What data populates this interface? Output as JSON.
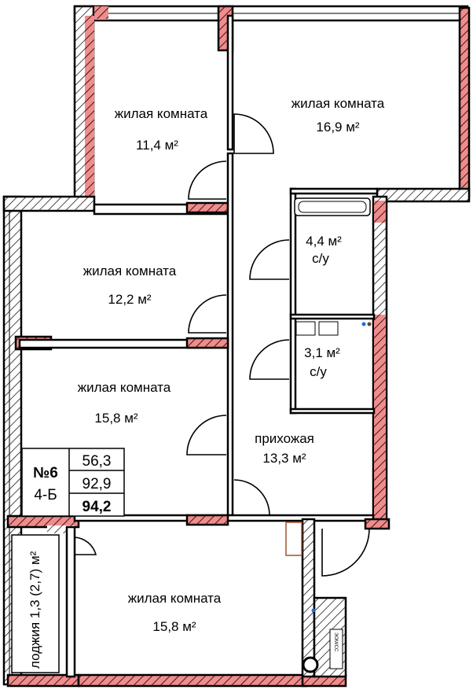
{
  "title": "Apartment floor plan",
  "apartment": {
    "number_label": "№6",
    "type_label": "4-Б",
    "living_area": "56,3",
    "total_area": "92,9",
    "total_area_with_loggia": "94,2"
  },
  "rooms": [
    {
      "name": "жилая комната",
      "area": "11,4 м²"
    },
    {
      "name": "жилая комната",
      "area": "16,9 м²"
    },
    {
      "name": "жилая комната",
      "area": "12,2 м²"
    },
    {
      "name": "жилая комната",
      "area": "15,8 м²"
    },
    {
      "name": "жилая комната",
      "area": "15,8 м²"
    },
    {
      "name": "с/у",
      "area": "4,4 м²"
    },
    {
      "name": "с/у",
      "area": "3,1 м²"
    },
    {
      "name": "прихожая",
      "area": "13,3 м²"
    }
  ],
  "loggia": {
    "label": "лоджия 1,3 (2,7) м²"
  },
  "utility_label": "ЭОМ/СС",
  "colors": {
    "exterior_wall": "#f28b8b",
    "wall_line": "#000000"
  }
}
